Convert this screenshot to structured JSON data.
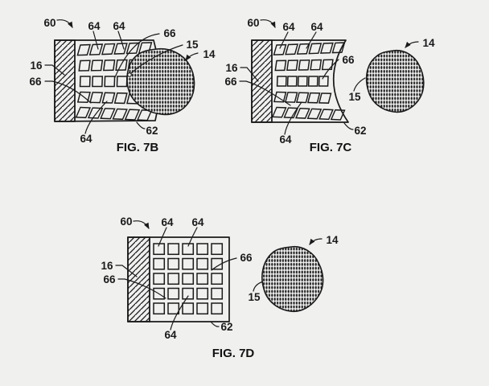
{
  "page": {
    "type": "patent-line-drawing",
    "background_color": "#f0f0ef",
    "ink_color": "#1a1a1a"
  },
  "figures": {
    "fig7b": {
      "caption": "FIG. 7B",
      "refs": [
        "60",
        "64",
        "64",
        "66",
        "15",
        "14",
        "16",
        "66",
        "64",
        "62"
      ]
    },
    "fig7c": {
      "caption": "FIG. 7C",
      "refs": [
        "60",
        "64",
        "64",
        "66",
        "16",
        "66",
        "15",
        "14",
        "64",
        "62"
      ]
    },
    "fig7d": {
      "caption": "FIG. 7D",
      "refs": [
        "60",
        "64",
        "64",
        "66",
        "16",
        "66",
        "15",
        "14",
        "64",
        "62"
      ]
    }
  }
}
